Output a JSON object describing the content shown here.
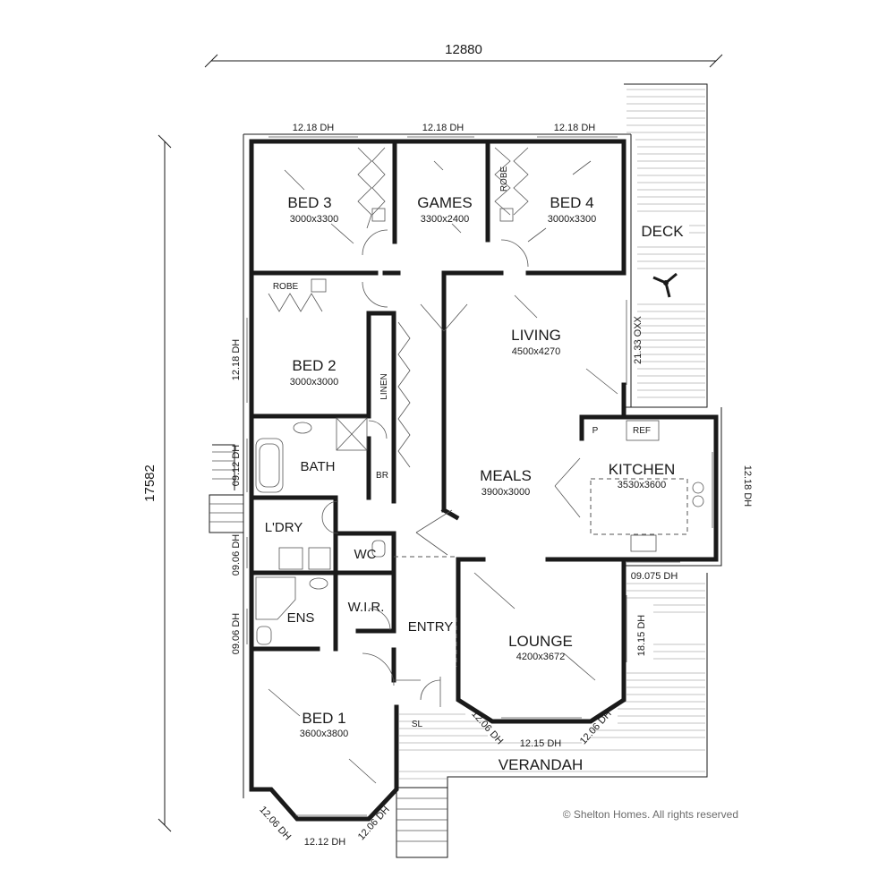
{
  "dimensions": {
    "overall_width": "12880",
    "overall_depth": "17582"
  },
  "rooms": {
    "bed3": {
      "name": "BED 3",
      "size": "3000x3300"
    },
    "games": {
      "name": "GAMES",
      "size": "3300x2400"
    },
    "bed4": {
      "name": "BED 4",
      "size": "3000x3300"
    },
    "deck": {
      "name": "DECK"
    },
    "bed2": {
      "name": "BED 2",
      "size": "3000x3000"
    },
    "living": {
      "name": "LIVING",
      "size": "4500x4270"
    },
    "bath": {
      "name": "BATH"
    },
    "meals": {
      "name": "MEALS",
      "size": "3900x3000"
    },
    "kitchen": {
      "name": "KITCHEN",
      "size": "3530x3600"
    },
    "laundry": {
      "name": "L'DRY"
    },
    "wc": {
      "name": "WC"
    },
    "ens": {
      "name": "ENS"
    },
    "wir": {
      "name": "W.I.R."
    },
    "entry": {
      "name": "ENTRY"
    },
    "lounge": {
      "name": "LOUNGE",
      "size": "4200x3672"
    },
    "bed1": {
      "name": "BED 1",
      "size": "3600x3800"
    },
    "verandah": {
      "name": "VERANDAH"
    }
  },
  "labels": {
    "robe_top": "ROBE",
    "robe_bed2": "ROBE",
    "linen": "LINEN",
    "br": "BR",
    "pantry": "P",
    "ref": "REF",
    "sl": "SL"
  },
  "windows": {
    "top_left": "12.18 DH",
    "top_mid": "12.18 DH",
    "top_right": "12.18 DH",
    "bed2_side": "12.18 DH",
    "living_side": "21.33 OXX",
    "bath_side": "09.12 DH",
    "kitchen_side": "12.18 DH",
    "laundry_side": "09.06 DH",
    "ens_side": "09.06 DH",
    "kitchen_bottom": "09.075 DH",
    "lounge_side": "18.15 DH",
    "lounge_bay_left": "12.06 DH",
    "lounge_bay_mid": "12.15 DH",
    "lounge_bay_right": "12.06 DH",
    "bed1_bay_left": "12.06 DH",
    "bed1_bay_mid": "12.12 DH",
    "bed1_bay_right": "12.06 DH"
  },
  "copyright": "© Shelton Homes. All rights reserved"
}
